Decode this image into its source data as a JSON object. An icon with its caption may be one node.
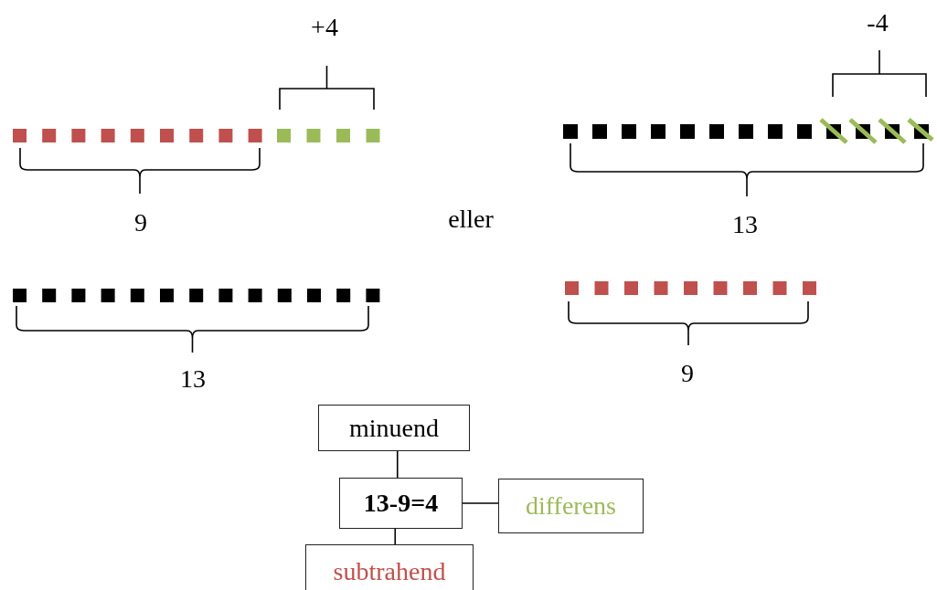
{
  "diagram": {
    "nodes": [
      {
        "text": [
          "minuend"
        ]
      },
      {
        "text": [
          "13-9=4"
        ]
      },
      {
        "text": [
          "differens"
        ]
      },
      {
        "text": [
          "subtrahend"
        ]
      }
    ],
    "edges": [
      {
        "from": 0,
        "to": 1,
        "arrow": "none"
      },
      {
        "from": 1,
        "to": 2,
        "arrow": "none"
      },
      {
        "from": 1,
        "to": 3,
        "arrow": "none"
      }
    ],
    "labels": [
      "+4",
      "-4",
      "9",
      "eller",
      "13",
      "13",
      "9"
    ]
  }
}
